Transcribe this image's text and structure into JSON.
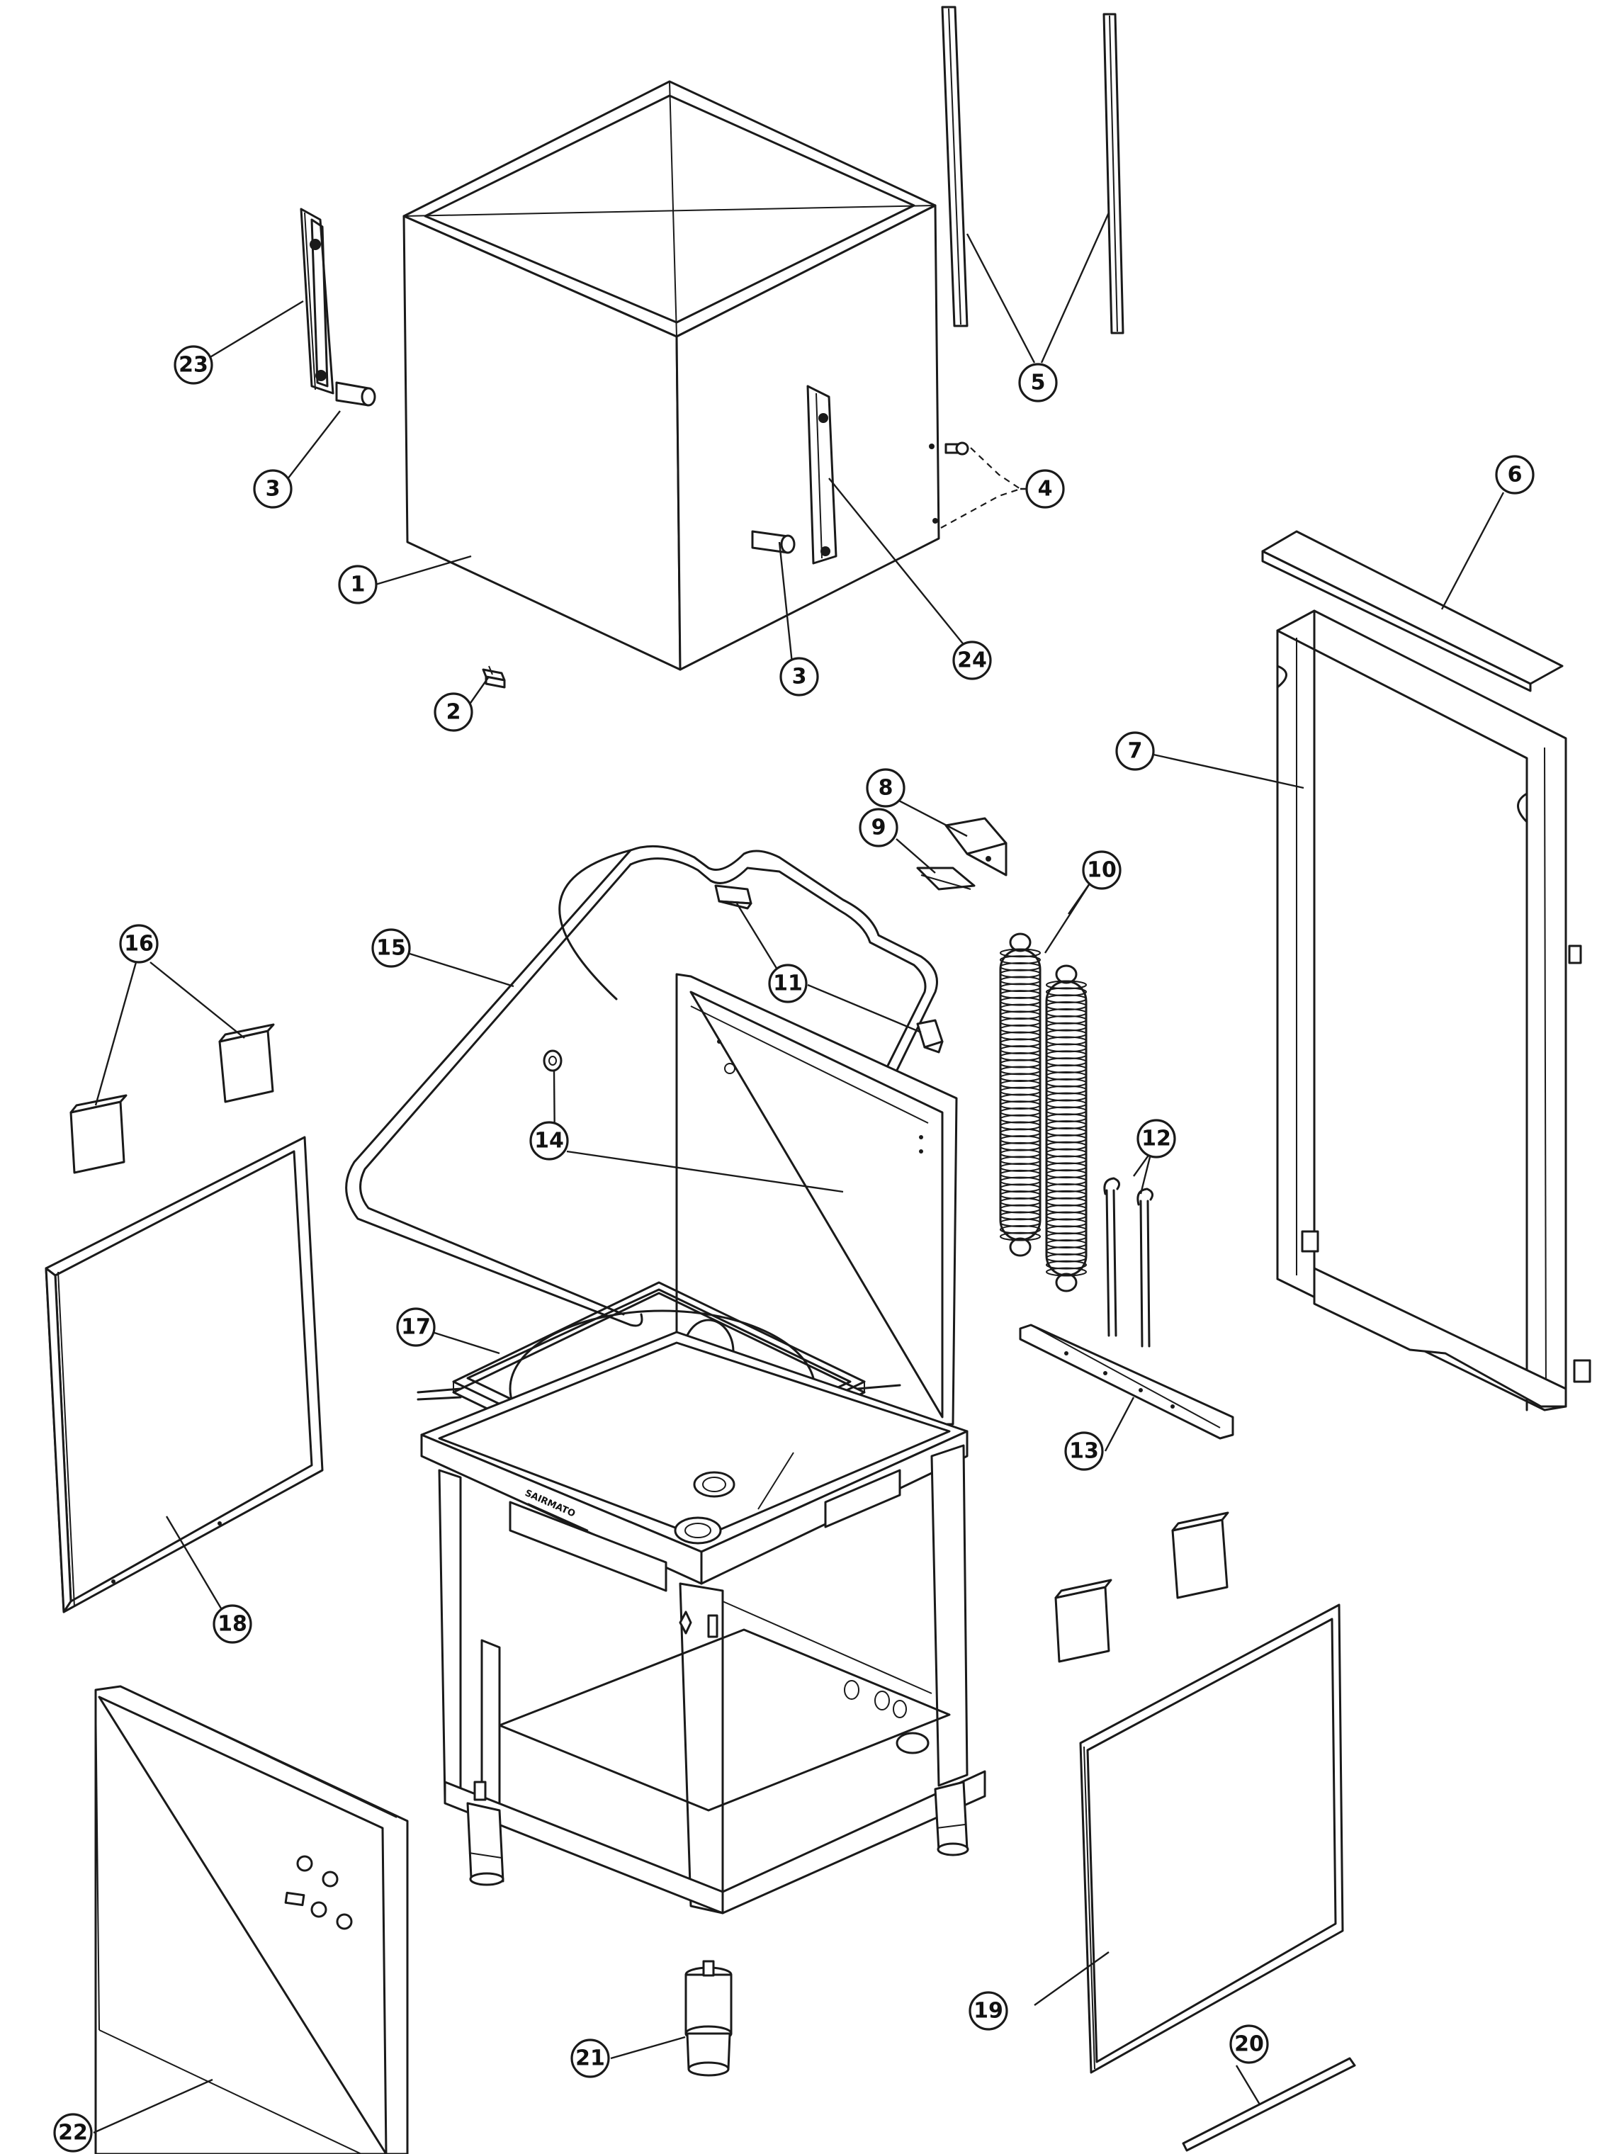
{
  "diagram": {
    "brand_label": "SAIRMATO",
    "callouts": [
      "1",
      "2",
      "3",
      "3",
      "4",
      "5",
      "6",
      "7",
      "8",
      "9",
      "10",
      "11",
      "12",
      "13",
      "14",
      "15",
      "16",
      "17",
      "18",
      "19",
      "20",
      "21",
      "22",
      "23",
      "24"
    ]
  }
}
